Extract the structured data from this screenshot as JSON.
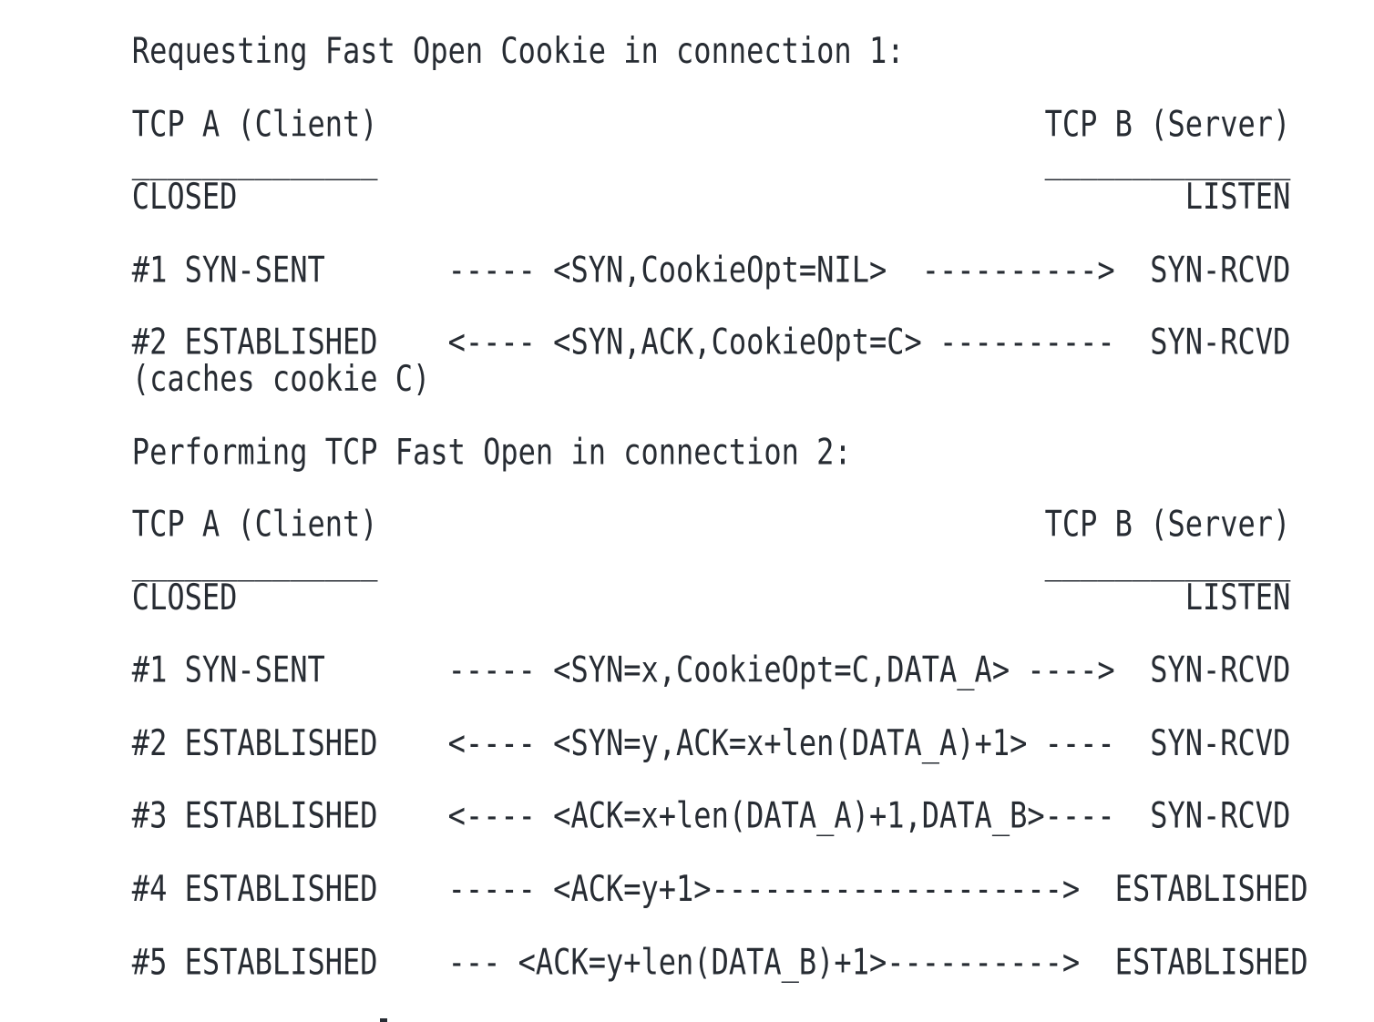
{
  "page": {
    "background_color": "#ffffff",
    "text_color": "#272c33"
  },
  "lines": [
    {
      "name": "conn1-title",
      "text": "   Requesting Fast Open Cookie in connection 1:"
    },
    {
      "name": "blank",
      "text": ""
    },
    {
      "name": "conn1-host-labels",
      "text": "   TCP A (Client)                                      TCP B (Server)"
    },
    {
      "name": "conn1-host-rules",
      "text": "   ______________                                      ______________"
    },
    {
      "name": "conn1-host-states",
      "text": "   CLOSED                                                      LISTEN"
    },
    {
      "name": "blank",
      "text": ""
    },
    {
      "name": "conn1-message-1",
      "text": "   #1 SYN-SENT       ----- <SYN,CookieOpt=NIL>  ---------->  SYN-RCVD"
    },
    {
      "name": "blank",
      "text": ""
    },
    {
      "name": "conn1-message-2",
      "text": "   #2 ESTABLISHED    <---- <SYN,ACK,CookieOpt=C> ----------  SYN-RCVD"
    },
    {
      "name": "conn1-note",
      "text": "   (caches cookie C)"
    },
    {
      "name": "blank",
      "text": ""
    },
    {
      "name": "conn2-title",
      "text": "   Performing TCP Fast Open in connection 2:"
    },
    {
      "name": "blank",
      "text": ""
    },
    {
      "name": "conn2-host-labels",
      "text": "   TCP A (Client)                                      TCP B (Server)"
    },
    {
      "name": "conn2-host-rules",
      "text": "   ______________                                      ______________"
    },
    {
      "name": "conn2-host-states",
      "text": "   CLOSED                                                      LISTEN"
    },
    {
      "name": "blank",
      "text": ""
    },
    {
      "name": "conn2-message-1",
      "text": "   #1 SYN-SENT       ----- <SYN=x,CookieOpt=C,DATA_A> ---->  SYN-RCVD"
    },
    {
      "name": "blank",
      "text": ""
    },
    {
      "name": "conn2-message-2",
      "text": "   #2 ESTABLISHED    <---- <SYN=y,ACK=x+len(DATA_A)+1> ----  SYN-RCVD"
    },
    {
      "name": "blank",
      "text": ""
    },
    {
      "name": "conn2-message-3",
      "text": "   #3 ESTABLISHED    <---- <ACK=x+len(DATA_A)+1,DATA_B>----  SYN-RCVD"
    },
    {
      "name": "blank",
      "text": ""
    },
    {
      "name": "conn2-message-4",
      "text": "   #4 ESTABLISHED    ----- <ACK=y+1>-------------------->  ESTABLISHED"
    },
    {
      "name": "blank",
      "text": ""
    },
    {
      "name": "conn2-message-5",
      "text": "   #5 ESTABLISHED    --- <ACK=y+len(DATA_B)+1>---------->  ESTABLISHED"
    }
  ]
}
